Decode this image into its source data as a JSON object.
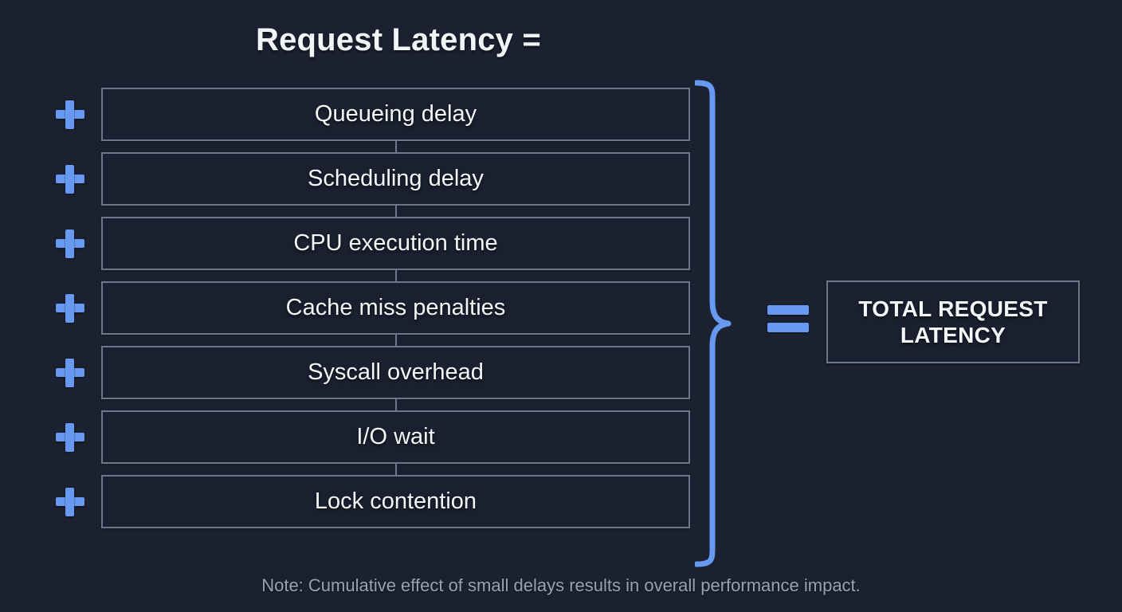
{
  "title": "Request Latency =",
  "terms": [
    {
      "label": "Queueing delay",
      "operator": "+"
    },
    {
      "label": "Scheduling delay",
      "operator": "+"
    },
    {
      "label": "CPU execution time",
      "operator": "+"
    },
    {
      "label": "Cache miss penalties",
      "operator": "+"
    },
    {
      "label": "Syscall overhead",
      "operator": "+"
    },
    {
      "label": "I/O wait",
      "operator": "+"
    },
    {
      "label": "Lock contention",
      "operator": "+"
    }
  ],
  "equals_symbol": "=",
  "result": {
    "line1": "TOTAL REQUEST",
    "line2": "LATENCY",
    "text": "TOTAL REQUEST LATENCY"
  },
  "note": "Note: Cumulative effect of small delays results in overall performance impact.",
  "colors": {
    "background": "#1b2130",
    "box_fill": "#1a2030",
    "box_border": "#6e7789",
    "accent_blue": "#6699ef",
    "text_primary": "#f4f6fa",
    "text_muted": "#9aa2b1"
  }
}
